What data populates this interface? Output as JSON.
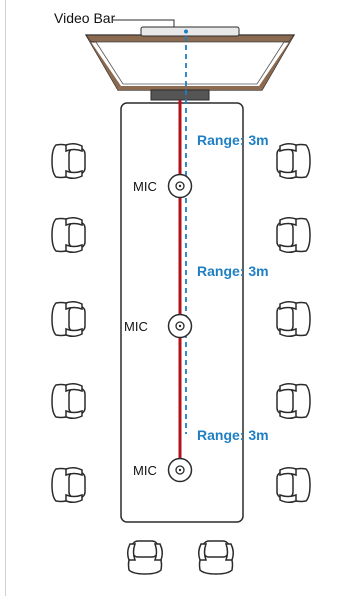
{
  "video_bar": {
    "label": "Video Bar"
  },
  "microphones": [
    {
      "label": "MIC"
    },
    {
      "label": "MIC"
    },
    {
      "label": "MIC"
    }
  ],
  "ranges": [
    {
      "label": "Range: 3m"
    },
    {
      "label": "Range: 3m"
    },
    {
      "label": "Range: 3m"
    }
  ],
  "colors": {
    "range_line": "#b5121b",
    "range_text": "#1f7fc4",
    "coverage_dash": "#1f7fc4",
    "tv_frame": "#8b6a4f",
    "outline": "#2b2b2b"
  },
  "icons": {
    "chair": "office-chair-icon",
    "microphone": "ceiling-microphone-icon",
    "display": "tv-display-icon"
  }
}
